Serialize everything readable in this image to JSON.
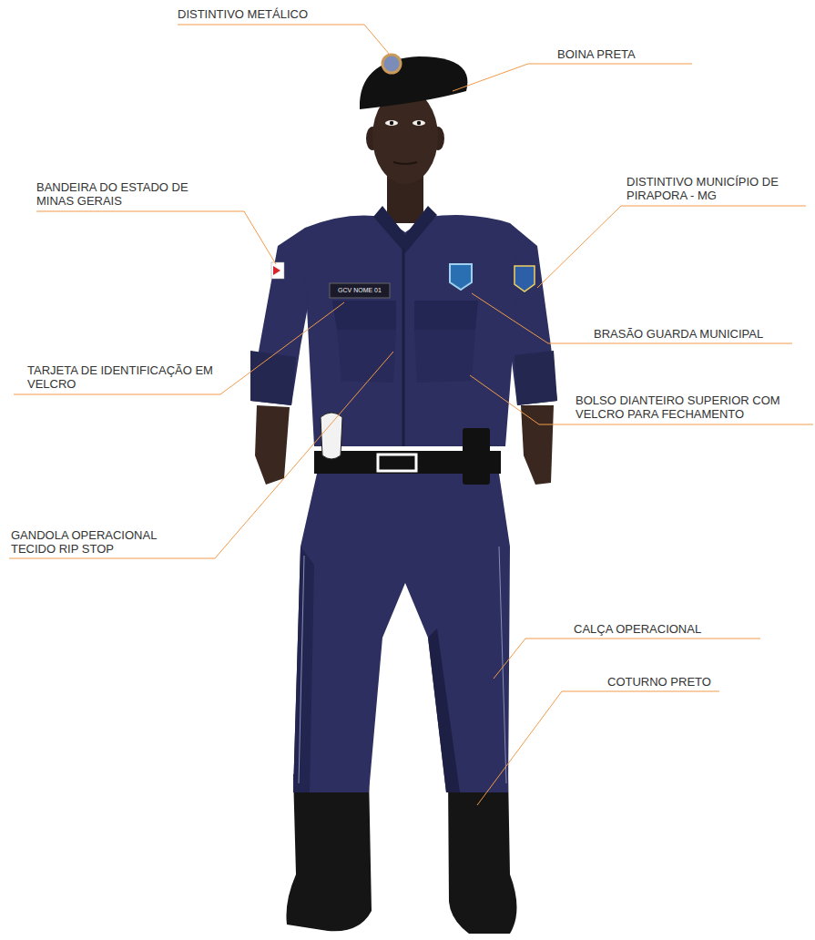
{
  "diagram": {
    "labels": [
      "DISTINTIVO METÁLICO",
      "BOINA PRETA",
      "BANDEIRA DO ESTADO DE MINAS GERAIS",
      "DISTINTIVO MUNICÍPIO DE PIRAPORA - MG",
      "GCV NOME 01",
      "BRASÃO GUARDA MUNICIPAL",
      "TARJETA DE IDENTIFICAÇÃO EM VELCRO",
      "BOLSO DIANTEIRO SUPERIOR COM VELCRO PARA FECHAMENTO",
      "GANDOLA OPERACIONAL TECIDO RIP STOP",
      "CALÇA OPERACIONAL",
      "COTURNO PRETO"
    ]
  }
}
